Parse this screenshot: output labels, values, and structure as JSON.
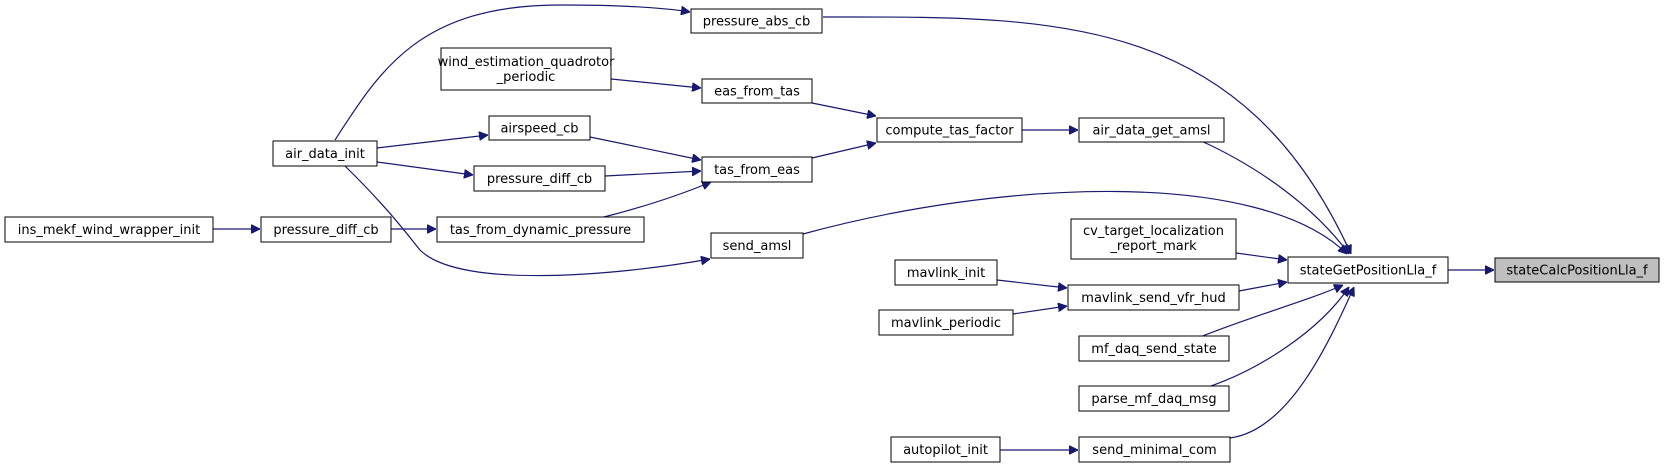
{
  "colors": {
    "edge": "#191970",
    "root_fill": "#bfbfbf",
    "node_fill": "#ffffff"
  },
  "nodes": {
    "stateCalcPositionLla_f": "stateCalcPositionLla_f",
    "stateGetPositionLla_f": "stateGetPositionLla_f",
    "pressure_abs_cb": "pressure_abs_cb",
    "wind_estimation_quadrotor_periodic": [
      "wind_estimation_quadrotor",
      "_periodic"
    ],
    "eas_from_tas": "eas_from_tas",
    "compute_tas_factor": "compute_tas_factor",
    "air_data_get_amsl": "air_data_get_amsl",
    "airspeed_cb": "airspeed_cb",
    "air_data_init": "air_data_init",
    "pressure_diff_cb_a": "pressure_diff_cb",
    "tas_from_eas": "tas_from_eas",
    "ins_mekf_wind_wrapper_init": "ins_mekf_wind_wrapper_init",
    "pressure_diff_cb_b": "pressure_diff_cb",
    "tas_from_dynamic_pressure": "tas_from_dynamic_pressure",
    "send_amsl": "send_amsl",
    "cv_target_localization_report_mark": [
      "cv_target_localization",
      "_report_mark"
    ],
    "mavlink_init": "mavlink_init",
    "mavlink_send_vfr_hud": "mavlink_send_vfr_hud",
    "mavlink_periodic": "mavlink_periodic",
    "mf_daq_send_state": "mf_daq_send_state",
    "parse_mf_daq_msg": "parse_mf_daq_msg",
    "autopilot_init": "autopilot_init",
    "send_minimal_com": "send_minimal_com"
  }
}
